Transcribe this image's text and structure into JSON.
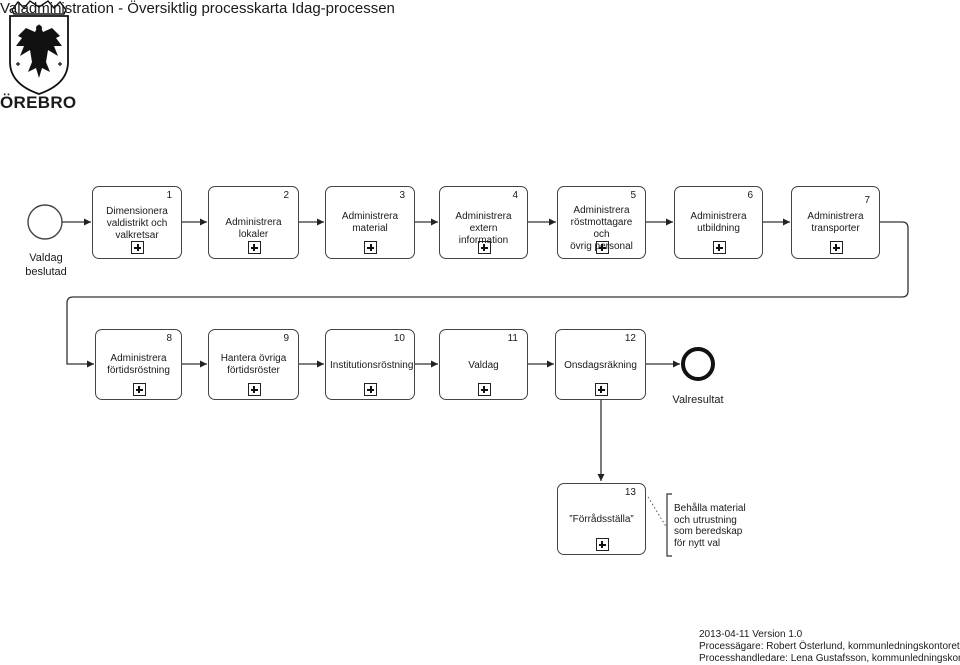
{
  "header": {
    "title": "Valadministration - Översiktlig processkarta  Idag-processen",
    "logo_text": "ÖREBRO"
  },
  "start_event": {
    "label_line1": "Valdag",
    "label_line2": "beslutad"
  },
  "end_event": {
    "label": "Valresultat"
  },
  "tasks": [
    {
      "num": "1",
      "line1": "Dimensionera",
      "line2": "valdistrikt och",
      "line3": "valkretsar"
    },
    {
      "num": "2",
      "line1": "Administrera lokaler",
      "line2": "",
      "line3": ""
    },
    {
      "num": "3",
      "line1": "Administrera",
      "line2": "material",
      "line3": ""
    },
    {
      "num": "4",
      "line1": "Administrera extern",
      "line2": "information",
      "line3": ""
    },
    {
      "num": "5",
      "line1": "Administrera",
      "line2": "röstmottagare och",
      "line3": "övrig personal"
    },
    {
      "num": "6",
      "line1": "Administrera",
      "line2": "utbildning",
      "line3": ""
    },
    {
      "num": "7",
      "line1": "Administrera",
      "line2": "transporter",
      "line3": ""
    },
    {
      "num": "8",
      "line1": "Administrera",
      "line2": "förtidsröstning",
      "line3": ""
    },
    {
      "num": "9",
      "line1": "Hantera övriga",
      "line2": "förtidsröster",
      "line3": ""
    },
    {
      "num": "10",
      "line1": "Institutionsröstning",
      "line2": "",
      "line3": ""
    },
    {
      "num": "11",
      "line1": "Valdag",
      "line2": "",
      "line3": ""
    },
    {
      "num": "12",
      "line1": "Onsdagsräkning",
      "line2": "",
      "line3": ""
    },
    {
      "num": "13",
      "line1": "”Förrådsställa”",
      "line2": "",
      "line3": ""
    }
  ],
  "annotation": {
    "line1": "Behålla material",
    "line2": "och utrustning",
    "line3": "som beredskap",
    "line4": "för nytt val"
  },
  "footer": {
    "line1": "2013-04-11   Version 1.0",
    "line2": "Processägare: Robert Österlund, kommunledningskontoret",
    "line3": "Processhandledare: Lena Gustafsson, kommunledningskontoret"
  }
}
